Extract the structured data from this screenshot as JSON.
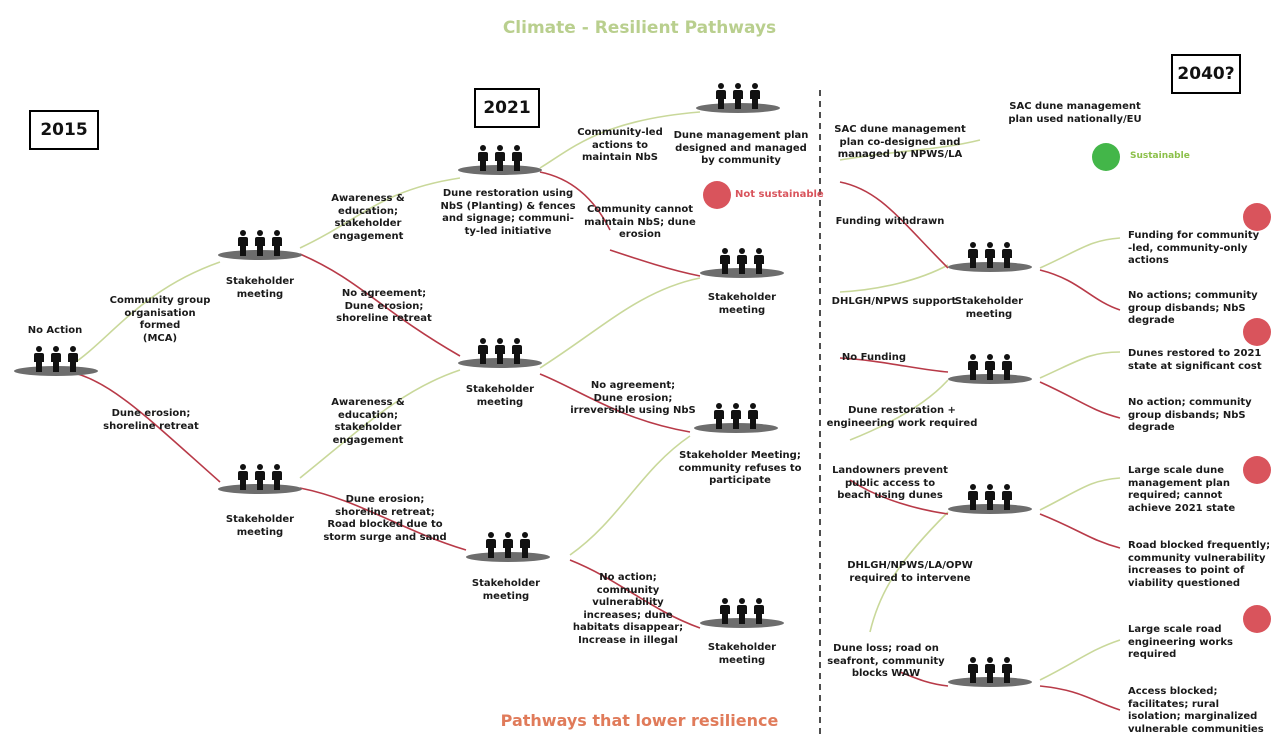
{
  "title_top": "Climate - Resilient Pathways",
  "title_bottom": "Pathways that lower resilience",
  "years": {
    "y2015": "2015",
    "y2021": "2021",
    "y2040": "2040?"
  },
  "colors": {
    "resilient": "#b9cf8e",
    "lower": "#e07b5a",
    "red_line": "#b83a48",
    "green_line": "#c9d89a",
    "red_dot": "#d9545c",
    "green_dot": "#43b649"
  },
  "labels": {
    "no_action": "No Action",
    "community_group": "Community group\norganisation formed\n(MCA)",
    "dune_erosion_retreat": "Dune erosion;\nshoreline retreat",
    "stakeholder_upper": "Stakeholder\nmeeting",
    "stakeholder_lower": "Stakeholder\nmeeting",
    "awareness_1": "Awareness &\neducation;\nstakeholder\nengagement",
    "no_agreement_1": "No agreement;\nDune erosion;\nshoreline retreat",
    "awareness_2": "Awareness &\neducation;\nstakeholder\nengagement",
    "dune_erosion_road": "Dune erosion;\nshoreline retreat;\nRoad blocked due to\nstorm surge and sand",
    "dune_restoration": "Dune restoration using\nNbS (Planting) & fences\nand signage; communi-\nty-led initiative",
    "stakeholder_mid": "Stakeholder\nmeeting",
    "stakeholder_low": "Stakeholder\nmeeting",
    "community_led": "Community-led\nactions to\nmaintain NbS",
    "community_cannot": "Community cannot\nmaintain NbS; dune\nerosion",
    "no_agreement_2": "No agreement;\nDune erosion;\nirreversible using NbS",
    "no_action_vuln": "No action;\ncommunity\nvulnerability\nincreases; dune\nhabitats disappear;\nIncrease in illegal",
    "dune_mgmt_plan": "Dune management plan\ndesigned and managed\nby community",
    "not_sustainable": "Not sustainable",
    "stakeholder_r1": "Stakeholder\nmeeting",
    "stakeholder_refuses": "Stakeholder Meeting;\ncommunity refuses to\nparticipate",
    "stakeholder_r3": "Stakeholder\nmeeting",
    "sac_codesigned": "SAC dune management\nplan co-designed and\nmanaged by NPWS/LA",
    "sac_national": "SAC dune management\nplan used nationally/EU",
    "sustainable": "Sustainable",
    "funding_withdrawn": "Funding withdrawn",
    "dhlgh_support": "DHLGH/NPWS support",
    "no_funding": "No Funding",
    "stakeholder_right": "Stakeholder\nmeeting",
    "dune_restoration_eng": "Dune restoration +\nengineering work required",
    "landowners": "Landowners prevent\npublic access to\nbeach using dunes",
    "dhlgh_intervene": "DHLGH/NPWS/LA/OPW\nrequired to intervene",
    "dune_loss": "Dune loss; road on\nseafront, community\nblocks WAW",
    "funding_community": "Funding for community\n-led, community-only\nactions",
    "no_actions_disbands": "No actions; community\ngroup disbands; NbS\ndegrade",
    "dunes_restored": "Dunes restored to 2021\nstate at significant cost",
    "no_action_disbands": "No action; community\ngroup disbands; NbS\ndegrade",
    "large_dune": "Large scale dune\nmanagement plan\nrequired; cannot\nachieve 2021 state",
    "road_blocked": "Road blocked frequently;\ncommunity vulnerability\nincreases to point of\nviability questioned",
    "large_road": "Large scale road\nengineering works\nrequired",
    "access_blocked": "Access blocked;\nfacilitates; rural\nisolation; marginalized\nvulnerable communities"
  }
}
